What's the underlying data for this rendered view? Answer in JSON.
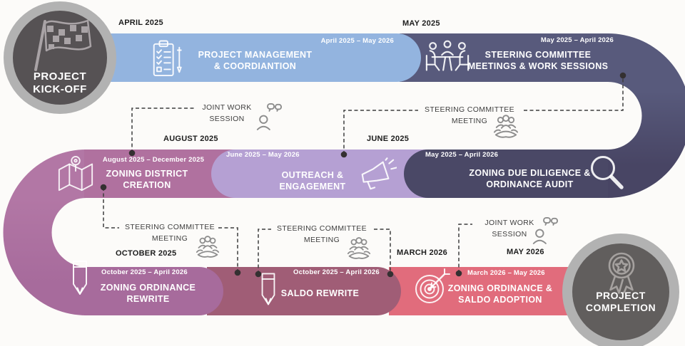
{
  "page": {
    "title": "Project timeline infographic",
    "background": "#fcfbf9"
  },
  "start_node": {
    "label_lines": [
      "PROJECT",
      "KICK-OFF"
    ],
    "icon": "checkered-flag-icon",
    "ring_color": "#b2b2b2",
    "fill_color": "#565254"
  },
  "end_node": {
    "label_lines": [
      "PROJECT",
      "COMPLETION"
    ],
    "icon": "award-ribbon-icon",
    "ring_color": "#b2b2b2",
    "fill_color": "#615e5d"
  },
  "month_labels": [
    "APRIL 2025",
    "MAY 2025",
    "AUGUST 2025",
    "JUNE 2025",
    "OCTOBER 2025",
    "MARCH 2026",
    "MAY 2026"
  ],
  "phases": [
    {
      "id": "project-management",
      "date_range": "April 2025 – May 2026",
      "title_lines": [
        "PROJECT MANAGEMENT",
        "& COORDIANTION"
      ],
      "icon": "clipboard-checklist-icon",
      "color": "#93b4df"
    },
    {
      "id": "steering-committee-meetings",
      "date_range": "May 2025 – April 2026",
      "title_lines": [
        "STEERING COMMITTEE",
        "MEETINGS & WORK SESSIONS"
      ],
      "icon": "meeting-table-icon",
      "color": "#585a7c"
    },
    {
      "id": "zoning-due-diligence",
      "date_range": "May 2025 – April 2026",
      "title_lines": [
        "ZONING DUE DILIGENCE &",
        "ORDINANCE AUDIT"
      ],
      "icon": "magnifier-icon",
      "color": "#4a4866"
    },
    {
      "id": "outreach-engagement",
      "date_range": "June 2025 – May 2026",
      "title_lines": [
        "OUTREACH &",
        "ENGAGEMENT"
      ],
      "icon": "megaphone-icon",
      "color": "#b5a0d3"
    },
    {
      "id": "zoning-district-creation",
      "date_range": "August 2025 – December 2025",
      "title_lines": [
        "ZONING DISTRICT",
        "CREATION"
      ],
      "icon": "map-pin-icon",
      "color": "#b0719f"
    },
    {
      "id": "zoning-ordinance-rewrite",
      "date_range": "October 2025 – April 2026",
      "title_lines": [
        "ZONING ORDINANCE",
        "REWRITE"
      ],
      "icon": "pencil-icon",
      "color": "#a76b9c"
    },
    {
      "id": "saldo-rewrite",
      "date_range": "October 2025 – April 2026",
      "title_lines": [
        "SALDO REWRITE"
      ],
      "icon": "pencil-icon",
      "color": "#a05d76"
    },
    {
      "id": "zoning-saldo-adoption",
      "date_range": "March 2026 – May 2026",
      "title_lines": [
        "ZONING ORDINANCE &",
        "SALDO ADOPTION"
      ],
      "icon": "target-dart-icon",
      "color": "#e16c7c"
    }
  ],
  "milestones": [
    {
      "id": "joint-work-session-1",
      "label_lines": [
        "JOINT WORK",
        "SESSION"
      ],
      "icon": "person-speech-icon"
    },
    {
      "id": "steering-committee-meeting-1",
      "label_lines": [
        "STEERING COMMITTEE",
        "MEETING"
      ],
      "icon": "people-group-icon"
    },
    {
      "id": "steering-committee-meeting-2",
      "label_lines": [
        "STEERING COMMITTEE",
        "MEETING"
      ],
      "icon": "people-group-icon"
    },
    {
      "id": "steering-committee-meeting-3",
      "label_lines": [
        "STEERING COMMITTEE",
        "MEETING"
      ],
      "icon": "people-group-icon"
    },
    {
      "id": "joint-work-session-2",
      "label_lines": [
        "JOINT WORK",
        "SESSION"
      ],
      "icon": "person-speech-icon"
    }
  ],
  "connector_color": "#3d3d3d",
  "dot_color": "#343031"
}
